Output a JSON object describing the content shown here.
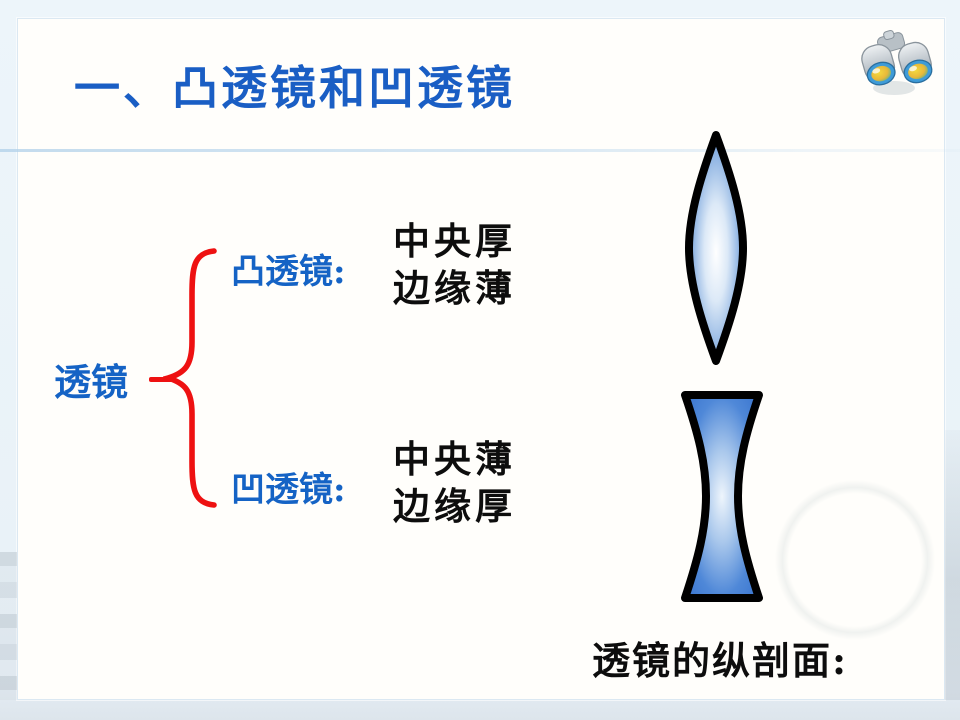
{
  "title": {
    "text": "一、凸透镜和凹透镜"
  },
  "tree": {
    "root_label": "透镜",
    "branches": [
      {
        "label": "凸透镜:",
        "desc1": "中央厚",
        "desc2": "边缘薄"
      },
      {
        "label": "凹透镜:",
        "desc1": "中央薄",
        "desc2": "边缘厚"
      }
    ]
  },
  "caption": {
    "text": "透镜的纵剖面:"
  },
  "icons": {
    "top_right": "binoculars-icon"
  },
  "colors": {
    "title_blue": "#1a5ec4",
    "label_blue": "#1563c5",
    "brace_red": "#ee1111",
    "text_black": "#0d0d0d",
    "lens_fill_blue": "#3f7fd6",
    "lens_outline": "#000000",
    "page_background": "#e9f2f8",
    "panel_background": "#fffefb"
  }
}
